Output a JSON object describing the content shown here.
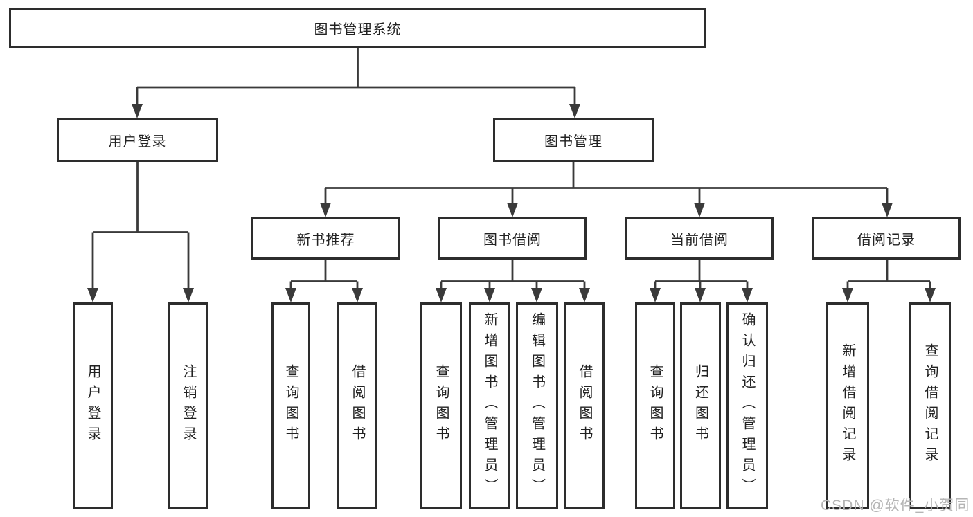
{
  "nodes": {
    "root": "图书管理系统",
    "level2": [
      {
        "label": "用户登录"
      },
      {
        "label": "图书管理"
      }
    ],
    "level3": [
      {
        "label": "新书推荐"
      },
      {
        "label": "图书借阅"
      },
      {
        "label": "当前借阅"
      },
      {
        "label": "借阅记录"
      }
    ],
    "leaves": {
      "userLogin": [
        "用户登录",
        "注销登录"
      ],
      "newBookRecommend": [
        "查询图书",
        "借阅图书"
      ],
      "bookBorrow": [
        "查询图书",
        "新增图书（管理员）",
        "编辑图书（管理员）",
        "借阅图书"
      ],
      "currentBorrow": [
        "查询图书",
        "归还图书",
        "确认归还（管理员）"
      ],
      "borrowRecord": [
        "新增借阅记录",
        "查询借阅记录"
      ]
    }
  },
  "watermark": {
    "text": "CSDN @软件_小贺同学"
  },
  "colors": {
    "line": "#3a3a3a",
    "border": "#2d2d2d",
    "text": "#222222",
    "watermark": "#b5b5b5",
    "background": "#ffffff"
  }
}
